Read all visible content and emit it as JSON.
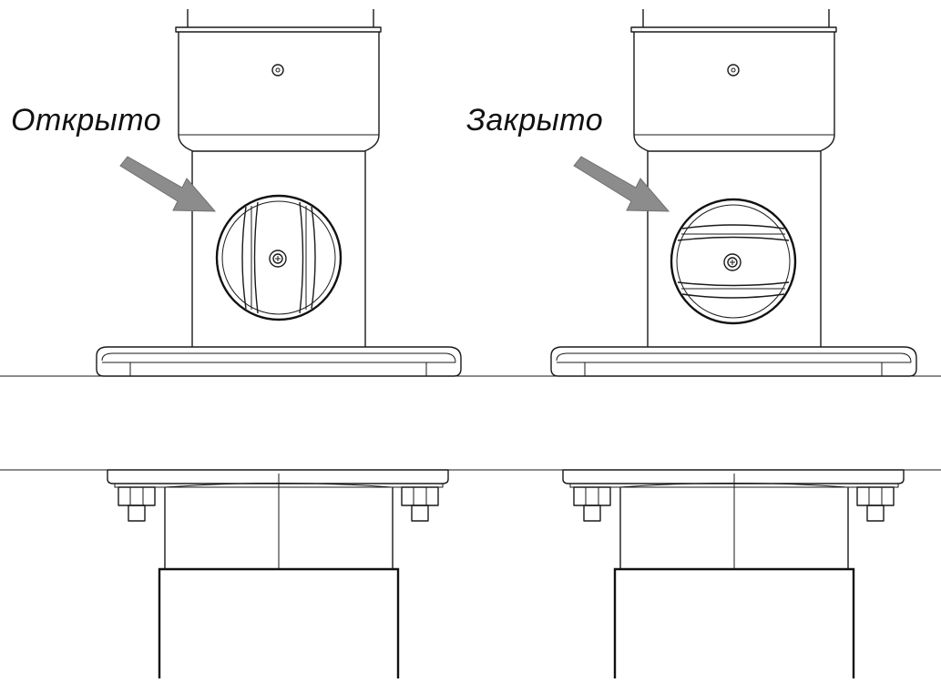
{
  "labels": {
    "open": "Открыто",
    "closed": "Закрыто"
  },
  "colors": {
    "line": "#1a1a1a",
    "arrow": "#8c8c8c",
    "background": "#ffffff"
  },
  "damper_state": {
    "left": "open",
    "right": "closed"
  }
}
